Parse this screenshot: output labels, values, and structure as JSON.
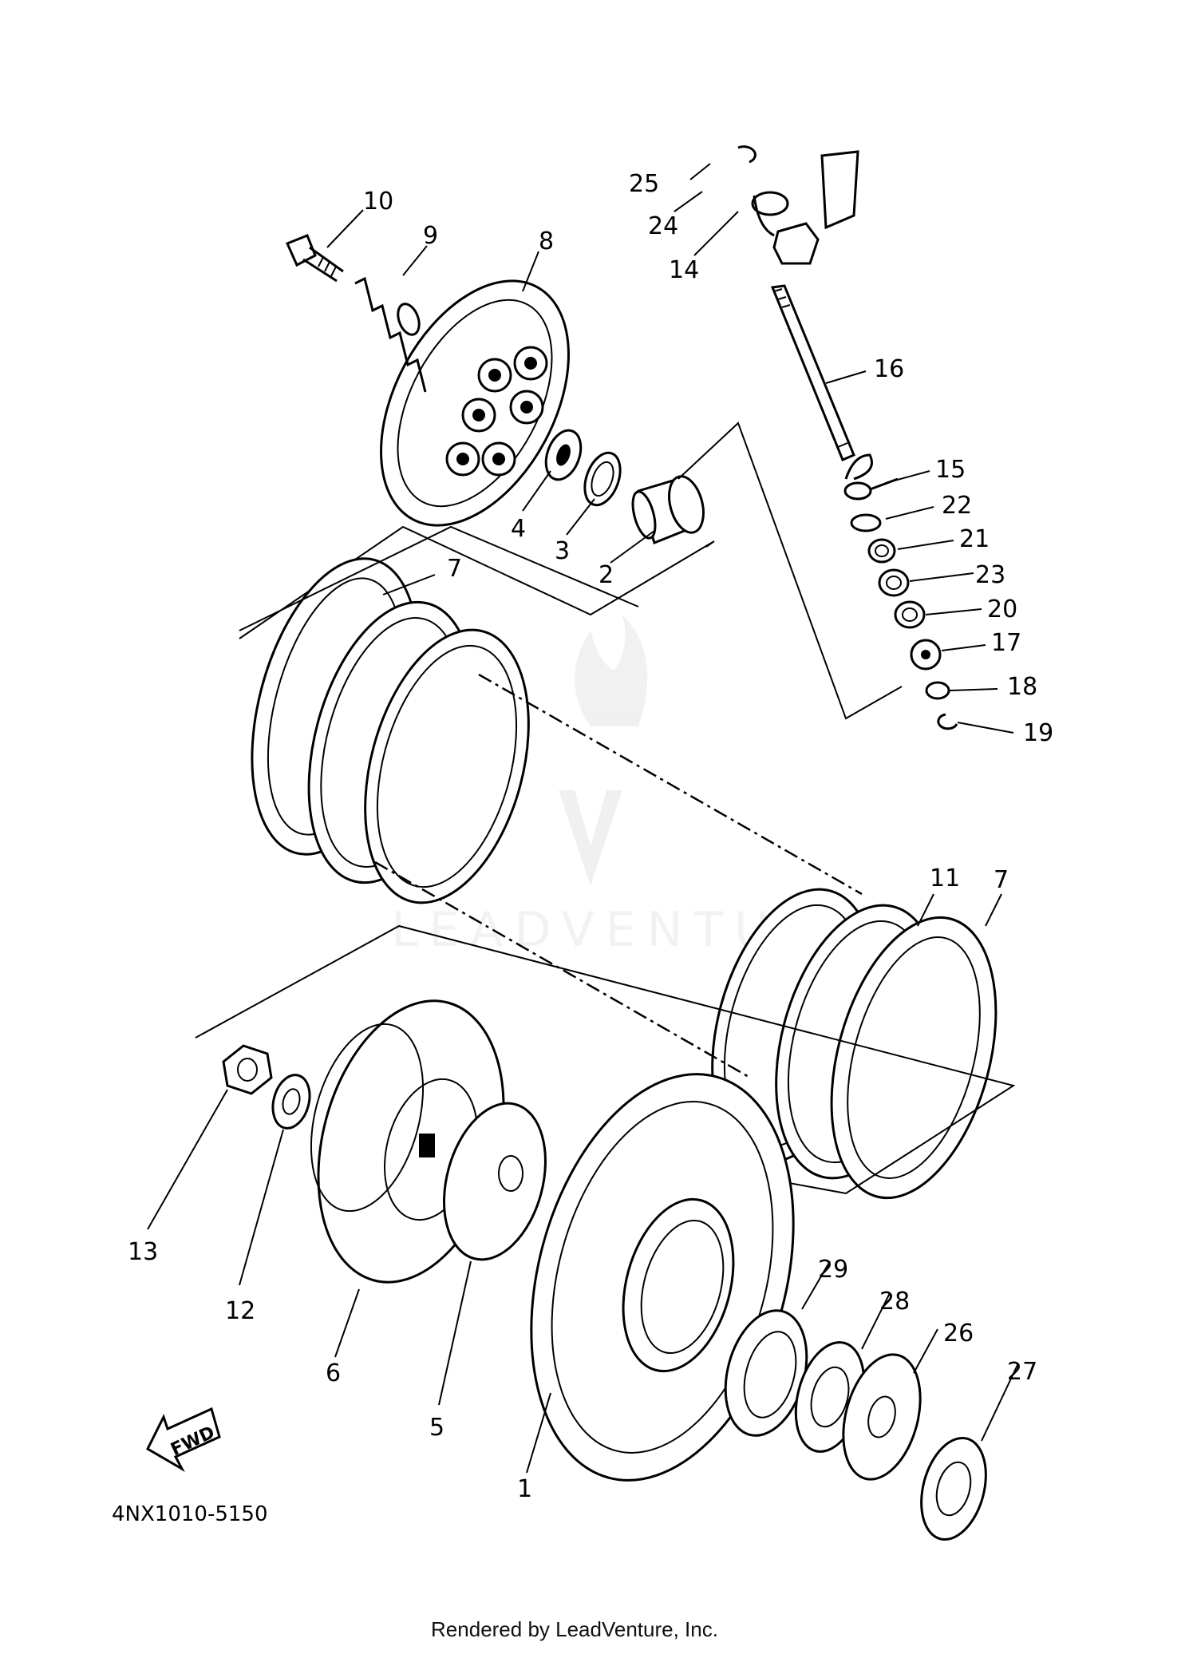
{
  "diagram": {
    "part_code": "4NX1010-5150",
    "fwd_label": "FWD",
    "watermark": "LEADVENTURE",
    "footer": "Rendered by LeadVenture, Inc.",
    "callouts": [
      "1",
      "2",
      "3",
      "4",
      "5",
      "6",
      "7",
      "7",
      "8",
      "9",
      "10",
      "11",
      "12",
      "13",
      "14",
      "15",
      "16",
      "17",
      "18",
      "19",
      "20",
      "21",
      "22",
      "23",
      "24",
      "25",
      "26",
      "27",
      "28",
      "29"
    ]
  }
}
